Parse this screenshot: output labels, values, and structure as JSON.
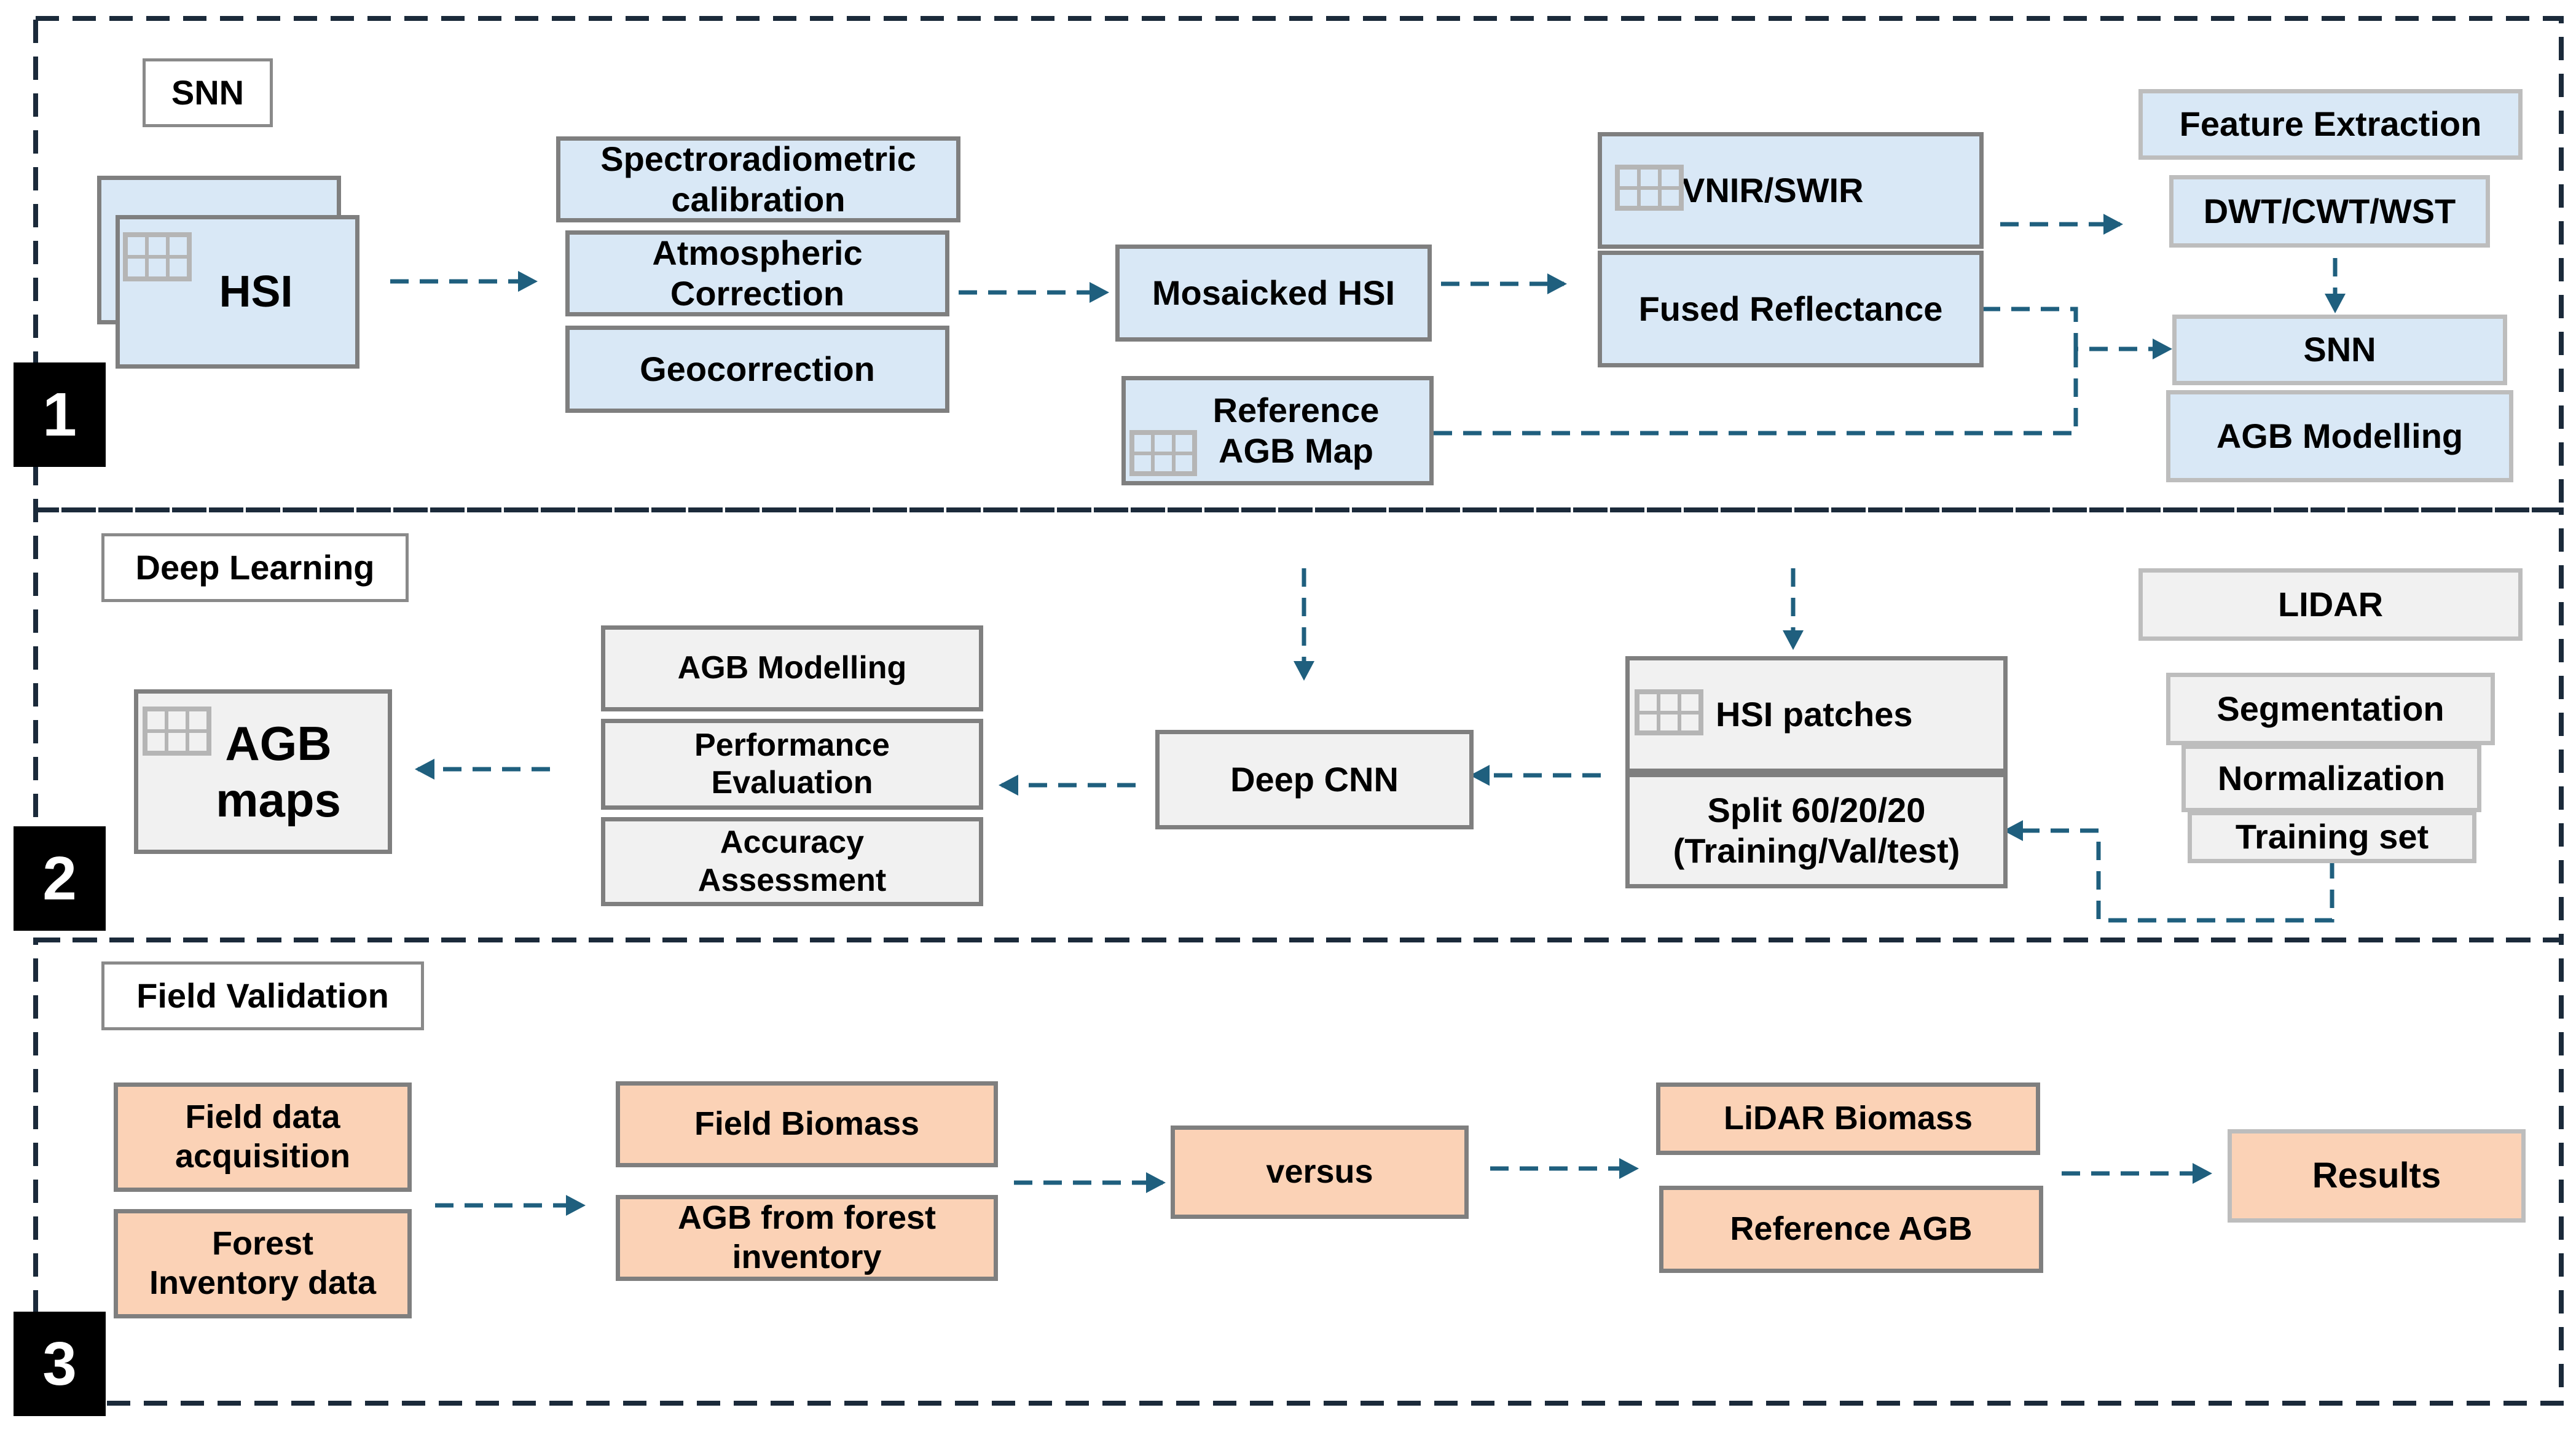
{
  "sections": {
    "s1_label": "SNN",
    "s2_label": "Deep Learning",
    "s3_label": "Field Validation",
    "num1": "1",
    "num2": "2",
    "num3": "3"
  },
  "s1": {
    "hsi": "HSI",
    "spectro": "Spectroradiometric\ncalibration",
    "atmos": "Atmospheric\nCorrection",
    "geo": "Geocorrection",
    "mosaic": "Mosaicked HSI",
    "reference": "Reference\nAGB Map",
    "vnir": "VNIR/SWIR",
    "fused": "Fused Reflectance",
    "feature": "Feature Extraction",
    "dwt": "DWT/CWT/WST",
    "snn": "SNN",
    "agb_modelling": "AGB Modelling"
  },
  "s2": {
    "agb_maps": "AGB\nmaps",
    "agb_modelling": "AGB Modelling",
    "performance": "Performance\nEvaluation",
    "accuracy": "Accuracy\nAssessment",
    "deep_cnn": "Deep CNN",
    "hsi_patches": "HSI patches",
    "split": "Split 60/20/20\n(Training/Val/test)",
    "lidar": "LIDAR",
    "segmentation": "Segmentation",
    "normalization": "Normalization",
    "training_set": "Training set"
  },
  "s3": {
    "field_data": "Field data\nacquisition",
    "forest_inv": "Forest\nInventory data",
    "field_biomass": "Field Biomass",
    "agb_forest": "AGB from forest\ninventory",
    "versus": "versus",
    "lidar_biomass": "LiDAR Biomass",
    "reference_agb": "Reference AGB",
    "results": "Results"
  },
  "colors": {
    "blue_fill": "#d9e8f6",
    "grey_fill": "#f1f1f1",
    "orange_fill": "#fbd2b6",
    "arrow": "#1f5f7e",
    "frame": "#1b2a3a"
  }
}
